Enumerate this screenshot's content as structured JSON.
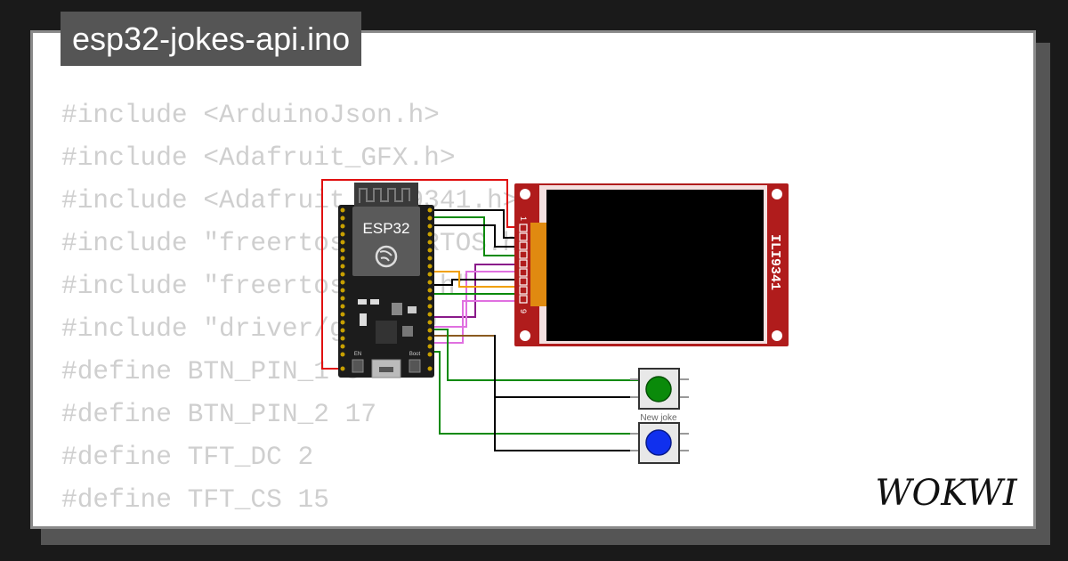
{
  "page": {
    "title": "esp32-jokes-api.ino"
  },
  "code": {
    "lines": [
      "#include <ArduinoJson.h>",
      "#include <Adafruit_GFX.h>",
      "#include <Adafruit_ILI9341.h>",
      "#include \"freertos/FreeRTOS.h\"",
      "#include \"freertos/task.h\"",
      "#include \"driver/gpio.h\"",
      "",
      "#define BTN_PIN_1 5",
      "#define BTN_PIN_2 17",
      "#define TFT_DC 2",
      "#define TFT_CS 15"
    ]
  },
  "board": {
    "label": "ESP32",
    "en_label": "EN",
    "boot_label": "Boot"
  },
  "display": {
    "label": "ILI9341",
    "pin_first": "1",
    "pin_last": "9"
  },
  "buttons": {
    "caption": "New joke",
    "green_color": "#0a8a0a",
    "blue_color": "#1030ee"
  },
  "brand": {
    "name": "WOKWI"
  },
  "colors": {
    "background": "#1a1a1a",
    "card": "#ffffff",
    "title_bg": "#555555",
    "code_text": "#cfcfcf",
    "pcb_red": "#b01c1c"
  }
}
